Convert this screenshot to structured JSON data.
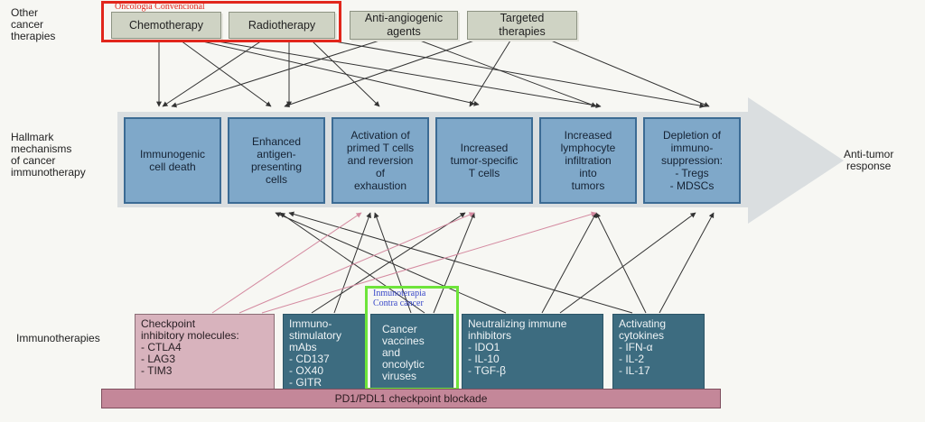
{
  "row_labels": {
    "other": "Other\ncancer\ntherapies",
    "hallmark": "Hallmark\nmechanisms\nof cancer\nimmunotherapy",
    "immuno": "Immunotherapies"
  },
  "conventional_caption": "Oncología Convencional",
  "top_boxes": {
    "chemo": "Chemotherapy",
    "radio": "Radiotherapy",
    "antiangio": "Anti-angiogenic\nagents",
    "targeted": "Targeted\ntherapies"
  },
  "hallmarks": {
    "h1": "Immunogenic\ncell death",
    "h2": "Enhanced\nantigen-\npresenting\ncells",
    "h3": "Activation of\nprimed T cells\nand reversion\nof\nexhaustion",
    "h4": "Increased\ntumor-specific\nT cells",
    "h5": "Increased\nlymphocyte\ninfiltration\ninto\ntumors",
    "h6": "Depletion of\nimmuno-\nsuppression:\n- Tregs\n- MDSCs"
  },
  "outcome": "Anti-tumor\nresponse",
  "immunotherapies": {
    "checkpoint": "Checkpoint\ninhibitory molecules:\n- CTLA4\n- LAG3\n- TIM3",
    "stimulatory": "Immuno-\nstimulatory\nmAbs\n- CD137\n- OX40\n- GITR",
    "vaccines": "Cancer\nvaccines\nand\noncolytic\nviruses",
    "neutralizing": "Neutralizing immune\ninhibitors\n- IDO1\n- IL-10\n- TGF-β",
    "cytokines": "Activating\ncytokines\n- IFN-α\n- IL-2\n- IL-17"
  },
  "anticancer_caption": "Inmunoterapia\nContra cáncer",
  "pd1_bar": "PD1/PDL1 checkpoint blockade",
  "colors": {
    "highlight_red": "#e1261c",
    "highlight_green": "#6ee43a",
    "hallmark_fill": "#7fa8c9",
    "immuno_fill": "#3d6c80",
    "checkpoint_fill": "#d8b3bd",
    "pd1_fill": "#c48799"
  }
}
